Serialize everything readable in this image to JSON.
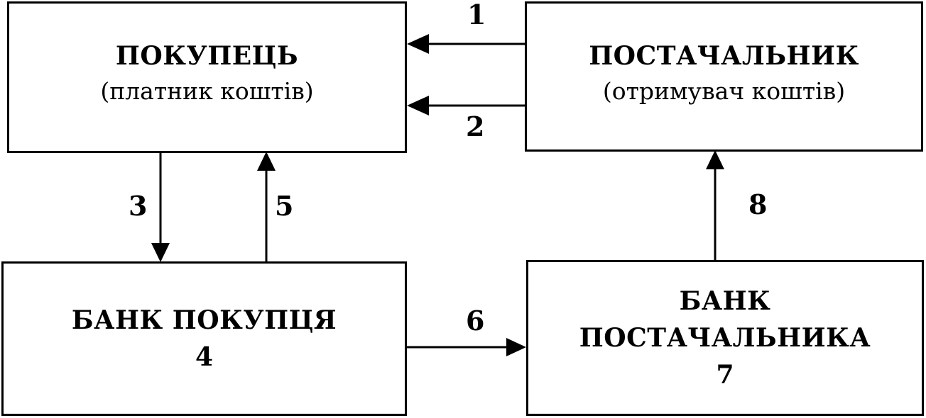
{
  "buyer": {
    "title": "ПОКУПЕЦЬ",
    "subtitle": "(платник коштів)"
  },
  "supplier": {
    "title": "ПОСТАЧАЛЬНИК",
    "subtitle": "(отримувач коштів)"
  },
  "buyer_bank": {
    "title": "БАНК ПОКУПЦЯ",
    "number": "4"
  },
  "supplier_bank": {
    "title_line1": "БАНК",
    "title_line2": "ПОСТАЧАЛЬНИКА",
    "number": "7"
  },
  "arrows": [
    {
      "label": "1",
      "from": "supplier",
      "to": "buyer"
    },
    {
      "label": "2",
      "from": "supplier",
      "to": "buyer"
    },
    {
      "label": "3",
      "from": "buyer",
      "to": "buyer_bank"
    },
    {
      "label": "5",
      "from": "buyer_bank",
      "to": "buyer"
    },
    {
      "label": "6",
      "from": "buyer_bank",
      "to": "supplier_bank"
    },
    {
      "label": "8",
      "from": "supplier_bank",
      "to": "supplier"
    }
  ]
}
